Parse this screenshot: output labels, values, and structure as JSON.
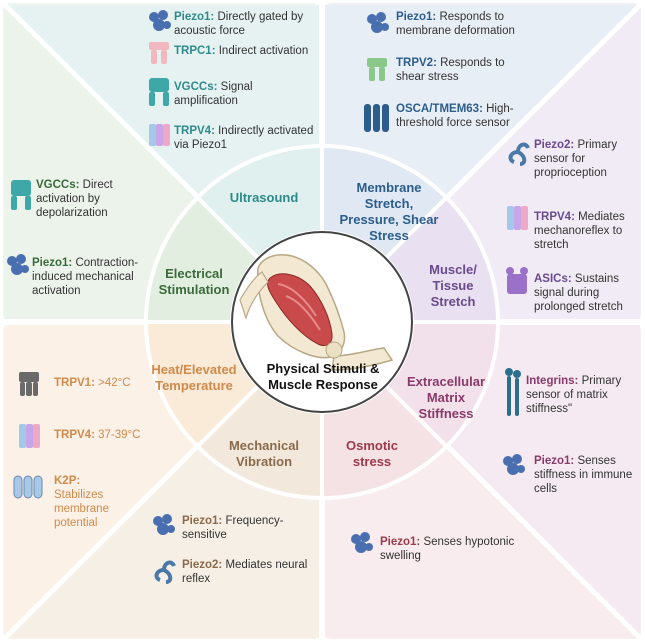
{
  "center": {
    "title": "Physical Stimuli & Muscle Response"
  },
  "colors": {
    "ultrasound": "#2e8a8a",
    "membrane": "#2c5d8c",
    "muscle": "#6a4a8c",
    "ecm": "#8a3a6a",
    "osmotic": "#9a3a4a",
    "mechanical": "#8a6a4a",
    "heat": "#d08a4a",
    "electrical": "#3a6a3a"
  },
  "sectors": {
    "ultrasound": "Ultrasound",
    "membrane": "Membrane Stretch, Pressure, Shear Stress",
    "muscle": "Muscle/ Tissue Stretch",
    "ecm": "Extracellular Matrix Stiffness",
    "osmotic": "Osmotic stress",
    "mechanical": "Mechanical Vibration",
    "heat": "Heat/Elevated Temperature",
    "electrical": "Electrical Stimulation"
  },
  "entries": {
    "us1": {
      "name": "Piezo1:",
      "text": " Directly gated by acoustic force"
    },
    "us2": {
      "name": "TRPC1:",
      "text": " Indirect activation"
    },
    "us3": {
      "name": "VGCCs:",
      "text": " Signal amplification"
    },
    "us4": {
      "name": "TRPV4:",
      "text": " Indirectly activated via Piezo1"
    },
    "mb1": {
      "name": "Piezo1:",
      "text": " Responds to membrane deformation"
    },
    "mb2": {
      "name": "TRPV2:",
      "text": " Responds to shear stress"
    },
    "mb3": {
      "name": "OSCA/TMEM63:",
      "text": " High-threshold force sensor"
    },
    "ms1": {
      "name": "Piezo2:",
      "text": " Primary sensor for proprioception"
    },
    "ms2": {
      "name": "TRPV4:",
      "text": " Mediates mechanoreflex to stretch"
    },
    "ms3": {
      "name": "ASICs:",
      "text": " Sustains signal during prolonged stretch"
    },
    "ec1": {
      "name": "Integrins:",
      "text": " Primary sensor of matrix stiffness\""
    },
    "ec2": {
      "name": "Piezo1:",
      "text": " Senses stiffness in immune cells"
    },
    "os1": {
      "name": "Piezo1:",
      "text": " Senses hypotonic swelling"
    },
    "mv1": {
      "name": "Piezo1:",
      "text": " Frequency-sensitive"
    },
    "mv2": {
      "name": "Piezo2:",
      "text": " Mediates neural reflex"
    },
    "ht1": {
      "name": "TRPV1:",
      "text": " >42°C"
    },
    "ht2": {
      "name": "TRPV4:",
      "text": " 37-39°C"
    },
    "ht3": {
      "name": "K2P:",
      "text": " Stabilizes membrane potential"
    },
    "el1": {
      "name": "VGCCs:",
      "text": " Direct activation by depolarization"
    },
    "el2": {
      "name": "Piezo1:",
      "text": " Contraction-induced mechanical activation"
    }
  }
}
